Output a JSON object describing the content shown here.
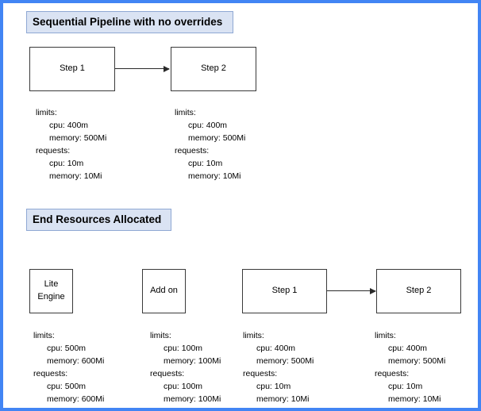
{
  "diagram": {
    "frame_color": "#4285f4",
    "sections": [
      {
        "id": "sequential-pipeline",
        "title": "Sequential Pipeline with no overrides",
        "nodes": [
          {
            "id": "step-1",
            "label": "Step 1"
          },
          {
            "id": "step-2",
            "label": "Step 2"
          }
        ],
        "connectors": [
          {
            "from": "step-1",
            "to": "step-2",
            "type": "arrow"
          }
        ],
        "specs": [
          {
            "for": "step-1",
            "limits_key": "limits:",
            "limits": [
              "cpu: 400m",
              "memory: 500Mi"
            ],
            "requests_key": "requests:",
            "requests": [
              "cpu: 10m",
              "memory: 10Mi"
            ]
          },
          {
            "for": "step-2",
            "limits_key": "limits:",
            "limits": [
              "cpu: 400m",
              "memory: 500Mi"
            ],
            "requests_key": "requests:",
            "requests": [
              "cpu: 10m",
              "memory: 10Mi"
            ]
          }
        ]
      },
      {
        "id": "end-resources-allocated",
        "title": "End Resources Allocated",
        "nodes": [
          {
            "id": "lite-engine",
            "label": "Lite\nEngine"
          },
          {
            "id": "add-on",
            "label": "Add on"
          },
          {
            "id": "step-1",
            "label": "Step 1"
          },
          {
            "id": "step-2",
            "label": "Step 2"
          }
        ],
        "connectors": [
          {
            "from": "step-1",
            "to": "step-2",
            "type": "arrow"
          }
        ],
        "specs": [
          {
            "for": "lite-engine",
            "limits_key": "limits:",
            "limits": [
              "cpu: 500m",
              "memory: 600Mi"
            ],
            "requests_key": "requests:",
            "requests": [
              "cpu: 500m",
              "memory: 600Mi"
            ]
          },
          {
            "for": "add-on",
            "limits_key": "limits:",
            "limits": [
              "cpu: 100m",
              "memory: 100Mi"
            ],
            "requests_key": "requests:",
            "requests": [
              "cpu: 100m",
              "memory: 100Mi"
            ]
          },
          {
            "for": "step-1",
            "limits_key": "limits:",
            "limits": [
              "cpu: 400m",
              "memory: 500Mi"
            ],
            "requests_key": "requests:",
            "requests": [
              "cpu: 10m",
              "memory: 10Mi"
            ]
          },
          {
            "for": "step-2",
            "limits_key": "limits:",
            "limits": [
              "cpu: 400m",
              "memory: 500Mi"
            ],
            "requests_key": "requests:",
            "requests": [
              "cpu: 10m",
              "memory: 10Mi"
            ]
          }
        ]
      }
    ]
  }
}
